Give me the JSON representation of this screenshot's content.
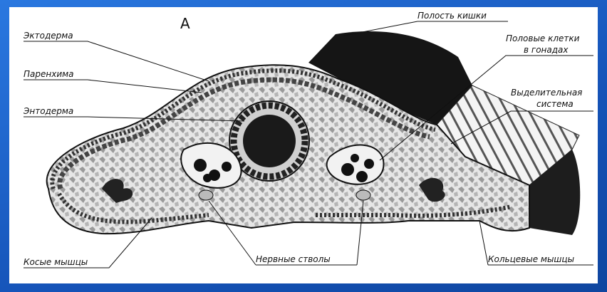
{
  "figure_letter": "А",
  "labels": {
    "ectoderm": "Эктодерма",
    "parenchyma": "Паренхима",
    "endoderm": "Энтодерма",
    "gut_cavity": "Полость кишки",
    "gonads_line1": "Половые клетки",
    "gonads_line2": "в гонадах",
    "excretory_line1": "Выделительная",
    "excretory_line2": "система",
    "oblique_muscles": "Косые мышцы",
    "nerve_trunks": "Нервные стволы",
    "ring_muscles": "Кольцевые мышцы"
  },
  "colors": {
    "frame": "#1d63c8",
    "ink": "#111111",
    "parenchyma_fill": "#e9e9e9",
    "cilia_block": "#1a1a1a"
  }
}
